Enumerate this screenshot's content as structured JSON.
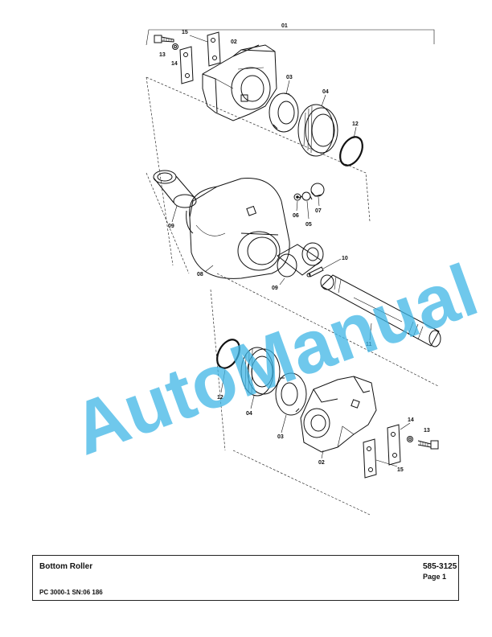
{
  "diagram": {
    "callouts": {
      "assembly": "01",
      "bracket_top": "02",
      "bracket_bottom": "02",
      "ring_top": "03",
      "ring_bottom": "03",
      "seal_top": "04",
      "seal_bottom": "04",
      "plug_screw": "05",
      "washer": "06",
      "cap": "07",
      "roller_body": "08",
      "bushing_left": "09",
      "bushing_right": "09",
      "pin": "10",
      "shaft": "11",
      "oring_top": "12",
      "oring_bottom": "12",
      "bolt_top": "13",
      "bolt_bottom": "13",
      "lockplate_top": "14",
      "lockplate_bottom": "14",
      "strap_top": "15",
      "strap_bottom": "15"
    },
    "watermark": "AutoManual"
  },
  "title_block": {
    "title": "Bottom Roller",
    "number": "585-3125",
    "page": "Page 1",
    "model": "PC 3000-1 SN:06 186"
  }
}
